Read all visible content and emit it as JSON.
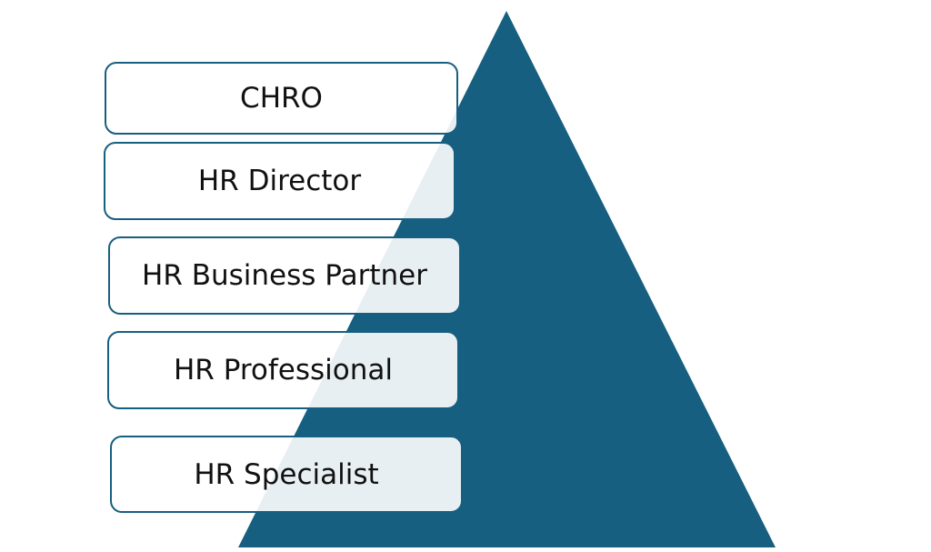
{
  "colors": {
    "triangle": "#175f80",
    "border": "#175f80"
  },
  "levels": [
    {
      "label": "CHRO"
    },
    {
      "label": "HR Director"
    },
    {
      "label": "HR Business Partner"
    },
    {
      "label": "HR Professional"
    },
    {
      "label": "HR Specialist"
    }
  ]
}
